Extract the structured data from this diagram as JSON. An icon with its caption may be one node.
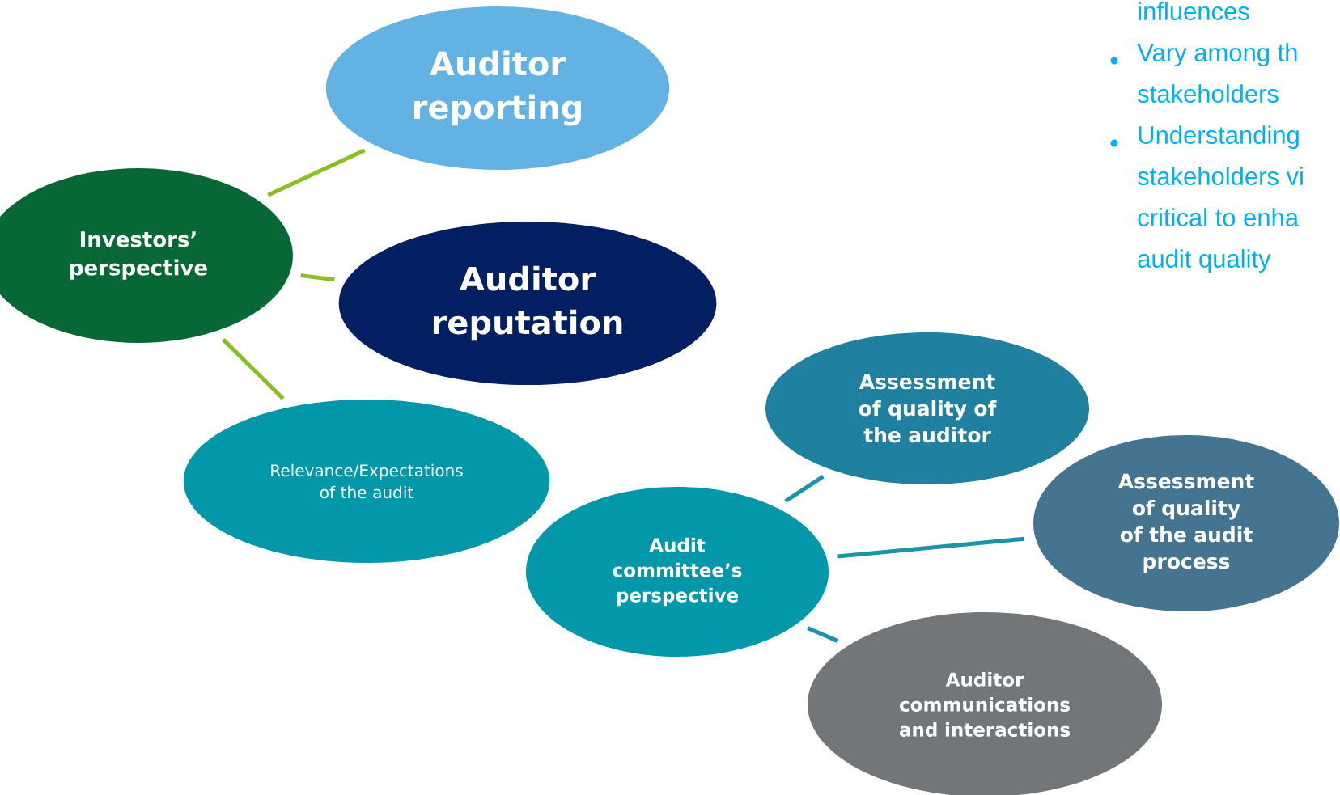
{
  "diagram": {
    "nodes": [
      {
        "text": [
          "Auditor reporting"
        ]
      },
      {
        "text": [
          "Investors’ perspective"
        ]
      },
      {
        "text": [
          "Auditor reputation"
        ]
      },
      {
        "text": [
          "Assessment of quality of the auditor"
        ]
      },
      {
        "text": [
          "Relevance/Expectations of the audit"
        ]
      },
      {
        "text": [
          "Assessment of quality of the audit process"
        ]
      },
      {
        "text": [
          "Audit committee’s perspective"
        ]
      },
      {
        "text": [
          "Auditor communications and interactions"
        ]
      }
    ],
    "edges": [
      {
        "from": 1,
        "to": 0,
        "arrow": "none",
        "color": "#8bbd25"
      },
      {
        "from": 1,
        "to": 2,
        "arrow": "none",
        "color": "#8bbd25"
      },
      {
        "from": 1,
        "to": 4,
        "arrow": "none",
        "color": "#8bbd25"
      },
      {
        "from": 6,
        "to": 3,
        "arrow": "none",
        "color": "#1995a8"
      },
      {
        "from": 6,
        "to": 5,
        "arrow": "none",
        "color": "#1995a8"
      },
      {
        "from": 6,
        "to": 7,
        "arrow": "none",
        "color": "#1995a8"
      }
    ],
    "labels": [
      "influences",
      "Vary among th stakeholders",
      "Understanding stakeholders vi critical to enha audit quality"
    ]
  }
}
